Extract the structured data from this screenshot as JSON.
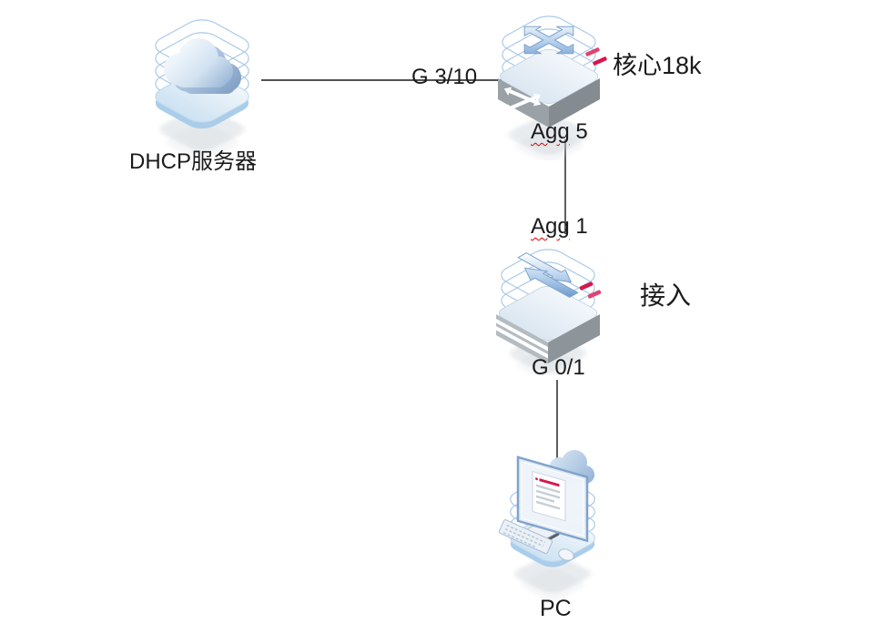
{
  "diagram": {
    "type": "network-topology",
    "nodes": [
      {
        "id": "dhcp-server",
        "icon": "cloud-server-stack-icon",
        "label": "DHCP服务器"
      },
      {
        "id": "core-switch",
        "icon": "multilayer-switch-stack-icon",
        "label": "核心18k"
      },
      {
        "id": "access-switch",
        "icon": "workgroup-switch-stack-icon",
        "label": "接入"
      },
      {
        "id": "pc",
        "icon": "workstation-stack-icon",
        "label": "PC"
      }
    ],
    "links": [
      {
        "from": "dhcp-server",
        "to": "core-switch",
        "label": "G 3/10"
      },
      {
        "from": "core-switch",
        "to": "access-switch",
        "from_port": {
          "text": "Agg 5",
          "word": "Agg",
          "rest": " 5"
        },
        "to_port": {
          "text": "Agg 1",
          "word": "Agg",
          "rest": " 1"
        }
      },
      {
        "from": "access-switch",
        "to": "pc",
        "label": "G 0/1"
      }
    ]
  },
  "colors": {
    "connector_line": "#1a1a1a",
    "icon_outline_blue": "#a9c9e9",
    "icon_fill_light": "#eaf3fb",
    "icon_fill_deep": "#7fa9d6",
    "slab_gray": "#9aa1a7",
    "accent_red": "#d6174f",
    "spellcheck_red": "#e00000",
    "text": "#1b1b1b"
  }
}
